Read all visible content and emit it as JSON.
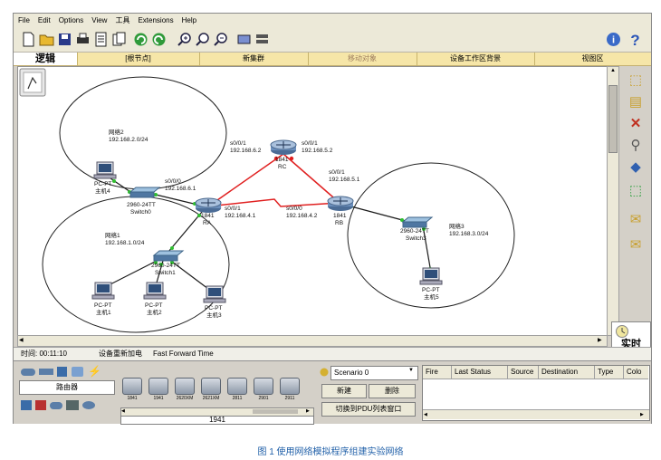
{
  "menubar": {
    "items": [
      "File",
      "Edit",
      "Options",
      "View",
      "工具",
      "Extensions",
      "Help"
    ]
  },
  "tabs": {
    "logical": "逻辑",
    "root": "[根节点]",
    "new_cluster": "新集群",
    "move_object": "移动对象",
    "bg": "设备工作区背景",
    "viewport": "视图区"
  },
  "status": {
    "time": "时间: 00:11:10",
    "power": "设备重新加电",
    "fast_forward": "Fast Forward Time"
  },
  "realtime": {
    "label": "实时"
  },
  "bottom": {
    "category_label": "路由器",
    "models": [
      "1841",
      "1941",
      "2620XM",
      "2621XM",
      "2811",
      "2901",
      "2911"
    ],
    "selected_model": "1941",
    "scenario": "Scenario 0",
    "new_btn": "新建",
    "delete_btn": "删除",
    "switch_pdu": "切换到PDU列表窗口",
    "pdu_cols": [
      "Fire",
      "Last Status",
      "Source",
      "Destination",
      "Type",
      "Colo"
    ]
  },
  "network": {
    "net1": {
      "name": "网络1",
      "ip": "192.168.1.0/24"
    },
    "net2": {
      "name": "网络2",
      "ip": "192.168.2.0/24"
    },
    "net3": {
      "name": "网络3",
      "ip": "192.168.3.0/24"
    },
    "rc": {
      "model": "1841",
      "name": "RC"
    },
    "ra": {
      "model": "1841",
      "name": "RA"
    },
    "rb": {
      "model": "1841",
      "name": "RB"
    },
    "rc_s001": {
      "iface": "s0/0/1",
      "ip": "192.168.6.2"
    },
    "rc_s001b": {
      "iface": "s0/0/1",
      "ip": "192.168.5.2"
    },
    "rb_s001": {
      "iface": "s0/0/1",
      "ip": "192.168.5.1"
    },
    "ra_s000": {
      "iface": "s0/0/0",
      "ip": "192.168.6.1"
    },
    "ra_s001": {
      "iface": "s0/0/1",
      "ip": "192.168.4.1"
    },
    "rb_s000": {
      "iface": "s0/0/0",
      "ip": "192.168.4.2"
    },
    "sw0": {
      "model": "2960-24TT",
      "name": "Switch0"
    },
    "sw1": {
      "model": "2960-24TT",
      "name": "Switch1"
    },
    "sw3": {
      "model": "2960-24TT",
      "name": "Switch3"
    },
    "pc4": {
      "model": "PC-PT",
      "name": "主机4"
    },
    "pc1": {
      "model": "PC-PT",
      "name": "主机1"
    },
    "pc2": {
      "model": "PC-PT",
      "name": "主机2"
    },
    "pc3": {
      "model": "PC-PT",
      "name": "主机3"
    },
    "pc5": {
      "model": "PC-PT",
      "name": "主机5"
    }
  },
  "caption": "图 1  使用网络模拟程序组建实验网络"
}
